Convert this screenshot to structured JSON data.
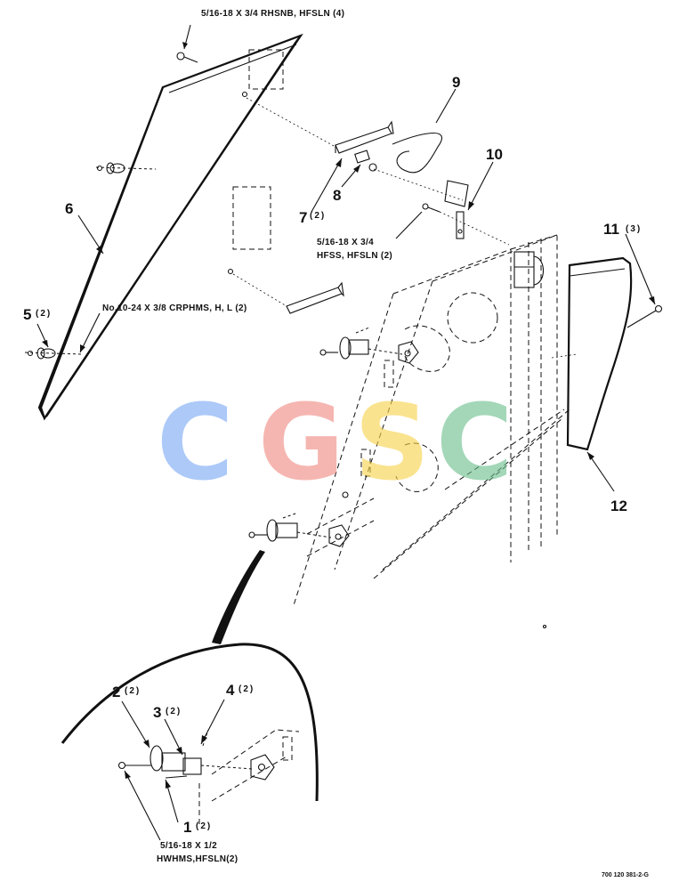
{
  "fasteners": {
    "top_bolt": "5/16-18 X 3/4 RHSNB, HFSLN (4)",
    "hfss_line1": "5/16-18 X 3/4",
    "hfss_line2": "HFSS, HFSLN (2)",
    "crphms": "No.10-24 X 3/8 CRPHMS, H, L (2)",
    "hwhms_line1": "5/16-18 X 1/2",
    "hwhms_line2": "HWHMS,HFSLN(2)"
  },
  "callouts": {
    "c1": "1",
    "c1_qty": "(2)",
    "c2": "2",
    "c2_qty": "(2)",
    "c3": "3",
    "c3_qty": "(2)",
    "c4": "4",
    "c4_qty": "(2)",
    "c5": "5",
    "c5_qty": "(2)",
    "c6": "6",
    "c7": "7",
    "c7_qty": "(2)",
    "c8": "8",
    "c9": "9",
    "c10": "10",
    "c11": "11",
    "c11_qty": "(3)",
    "c12": "12"
  },
  "drawing_number": "700 120 381-2-G",
  "watermark": {
    "letters": [
      "C",
      "G",
      "S",
      "C"
    ],
    "colors": [
      "#7aa9f5",
      "#f08a82",
      "#f7d24a",
      "#6cbf8e"
    ]
  }
}
